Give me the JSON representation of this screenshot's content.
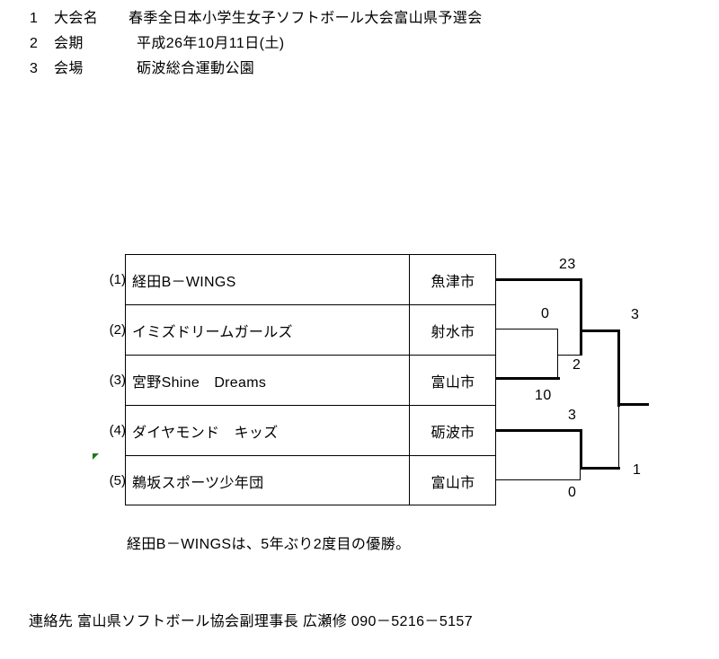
{
  "document": {
    "header_lines": [
      {
        "no": "1",
        "key": "大会名",
        "value": "春季全日本小学生女子ソフトボール大会富山県予選会"
      },
      {
        "no": "2",
        "key": "会期",
        "value": "平成26年10月11日(土)"
      },
      {
        "no": "3",
        "key": "会場",
        "value": "砺波総合運動公園"
      }
    ],
    "result_note": "経田B－WINGSは、5年ぶり2度目の優勝。",
    "contact": "連絡先  富山県ソフトボール協会副理事長  広瀬修    090－5216－5157"
  },
  "bracket": {
    "teams": [
      {
        "seed": "(1)",
        "name": "経田B－WINGS",
        "city": "魚津市"
      },
      {
        "seed": "(2)",
        "name": "イミズドリームガールズ",
        "city": "射水市"
      },
      {
        "seed": "(3)",
        "name": "宮野Shine　Dreams",
        "city": "富山市"
      },
      {
        "seed": "(4)",
        "name": "ダイヤモンド　キッズ",
        "city": "砺波市"
      },
      {
        "seed": "(5)",
        "name": "鵜坂スポーツ少年団",
        "city": "富山市"
      }
    ],
    "scores": {
      "r1_upper_win": "23",
      "r1_upper_lose": "0",
      "r2_upper_win": "2",
      "r2_upper_lose": "10",
      "r1_lower_win": "3",
      "r1_lower_lose": "0",
      "final_win": "3",
      "final_lose": "1"
    }
  },
  "colors": {
    "ink": "#000000",
    "paper": "#ffffff",
    "marker_green": "#1a7a1a"
  }
}
